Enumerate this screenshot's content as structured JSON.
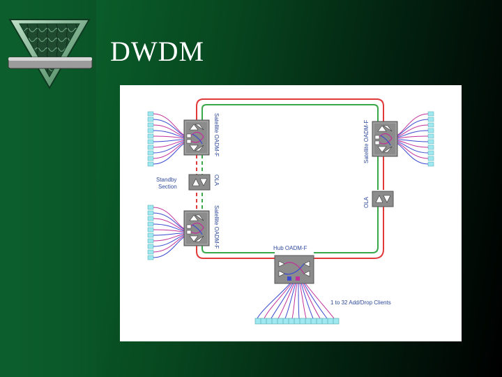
{
  "slide": {
    "title": "DWDM",
    "logo_icon": "triangle-marble-logo-icon"
  },
  "diagram": {
    "labels": {
      "satellite_top_left": "Satellite OADM-F",
      "satellite_top_right": "Satellite OADM-F",
      "satellite_mid_left": "Satellite OADM-F",
      "ola_left": "OLA",
      "ola_right": "OLA",
      "standby_line1": "Standby",
      "standby_line2": "Section",
      "hub": "Hub OADM-F",
      "clients": "1 to 32 Add/Drop Clients"
    },
    "colors": {
      "ring_red": "#e03a3a",
      "ring_green": "#3aa84a",
      "node_gray": "#8c8c8c",
      "fiber_magenta": "#c0309a",
      "fiber_blue": "#3a4ad0",
      "client_cyan": "#9fe8ef",
      "label_blue": "#2e4a9a"
    }
  }
}
